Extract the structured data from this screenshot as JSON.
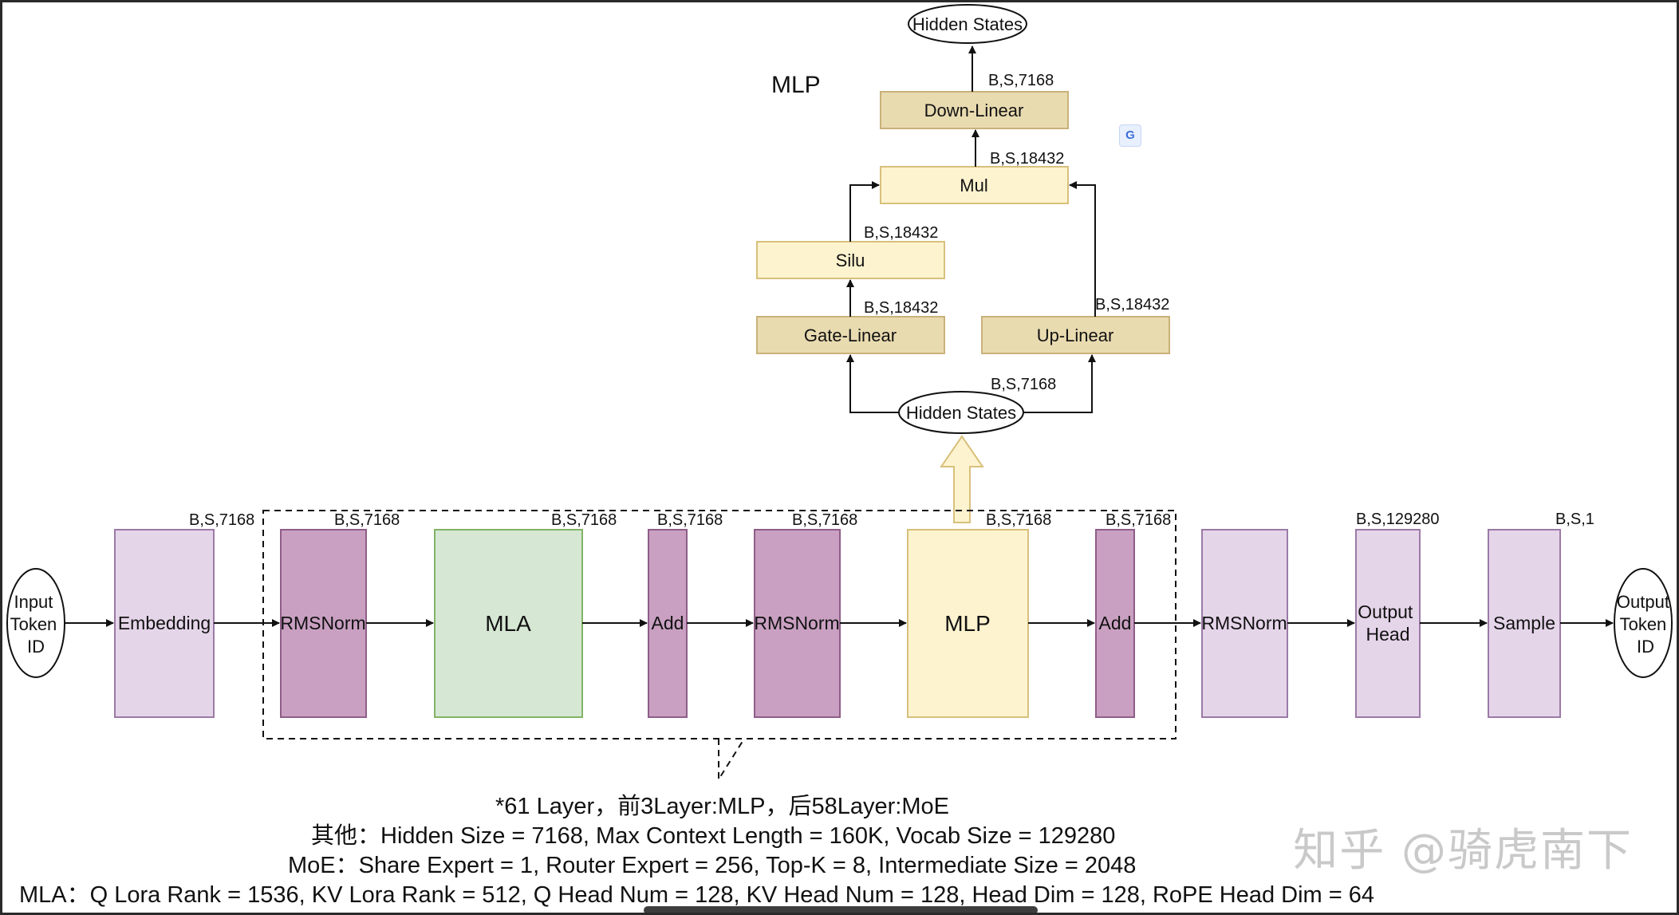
{
  "mlp_detail": {
    "title": "MLP",
    "nodes": {
      "hidden_states_top": "Hidden States",
      "down_linear": "Down-Linear",
      "mul": "Mul",
      "silu": "Silu",
      "gate_linear": "Gate-Linear",
      "up_linear": "Up-Linear",
      "hidden_states_input": "Hidden States"
    },
    "shape_labels": {
      "down_out": "B,S,7168",
      "mul_out": "B,S,18432",
      "silu_out": "B,S,18432",
      "gate_out": "B,S,18432",
      "up_out": "B,S,18432",
      "input": "B,S,7168"
    }
  },
  "pipeline": {
    "input_token": [
      "Input",
      "Token",
      "ID"
    ],
    "embedding": "Embedding",
    "rmsnorm_1": "RMSNorm",
    "mla": "MLA",
    "add_1": "Add",
    "rmsnorm_2": "RMSNorm",
    "mlp": "MLP",
    "add_2": "Add",
    "rmsnorm_final": "RMSNorm",
    "output_head": [
      "Output",
      "Head"
    ],
    "sample": "Sample",
    "output_token": [
      "Output",
      "Token",
      "ID"
    ],
    "shape_labels": {
      "embedding": "B,S,7168",
      "rmsnorm_1": "B,S,7168",
      "mla": "B,S,7168",
      "add_1": "B,S,7168",
      "rmsnorm_2": "B,S,7168",
      "mlp": "B,S,7168",
      "add_2": "B,S,7168",
      "output_head": "B,S,129280",
      "sample": "B,S,1"
    }
  },
  "notes": {
    "layers": "*61 Layer，前3Layer:MLP，后58Layer:MoE",
    "other": "其他：Hidden Size = 7168, Max Context Length = 160K, Vocab Size = 129280",
    "moe": "MoE：Share Expert = 1, Router Expert = 256, Top-K = 8, Intermediate Size = 2048",
    "mla": "MLA：Q Lora Rank = 1536, KV Lora Rank = 512, Q Head Num = 128, KV Head Num = 128, Head Dim = 128, RoPE Head Dim = 64"
  },
  "watermark": "知乎 @骑虎南下",
  "colors": {
    "mlp_op_fill": "#e9dbb0",
    "mlp_light_fill": "#fdf3cf",
    "light_purple": "#e5d5e9",
    "dark_purple": "#c9a0c2",
    "green": "#d6e8d4"
  }
}
